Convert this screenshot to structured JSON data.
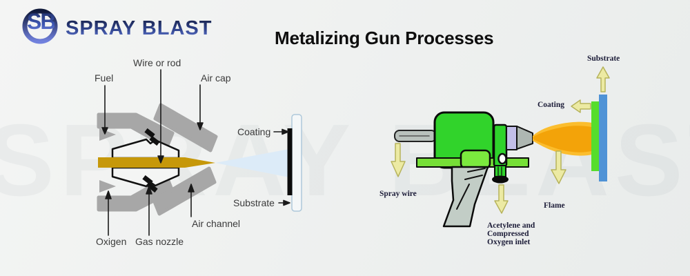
{
  "header": {
    "logo": {
      "monogram": "SB",
      "brand": "SPRAY BLAST"
    },
    "title": "Metalizing Gun Processes"
  },
  "watermark": "SPRAY BLAST",
  "flame_spray_diagram": {
    "labels": {
      "fuel": "Fuel",
      "wire_or_rod": "Wire or rod",
      "air_cap": "Air cap",
      "coating": "Coating",
      "substrate": "Substrate",
      "air_channel": "Air channel",
      "oxygen": "Oxigen",
      "gas_nozzle": "Gas nozzle"
    }
  },
  "wire_gun_diagram": {
    "labels": {
      "substrate": "Substrate",
      "coating": "Coating",
      "spray_wire": "Spray wire",
      "flame": "Flame",
      "inlet": {
        "line1": "Acetylene and",
        "line2": "Compressed",
        "line3": "Oxygen inlet"
      }
    }
  },
  "colors": {
    "gun_body_green": "#31d32b",
    "gun_light_green": "#76df37",
    "nozzle_lavender": "#c3bfe9",
    "flame_orange": "#f3a309",
    "substrate_blue": "#4f93d6",
    "coating_green": "#56dd2c",
    "wire_gold": "#c6980a",
    "spray_cone_blue": "#dcebf8",
    "metal_gray": "#a7a7a7",
    "block_arrow_yellow": "#eceaa3",
    "brand_navy": "#141d40",
    "brand_blue": "#6e84df"
  }
}
